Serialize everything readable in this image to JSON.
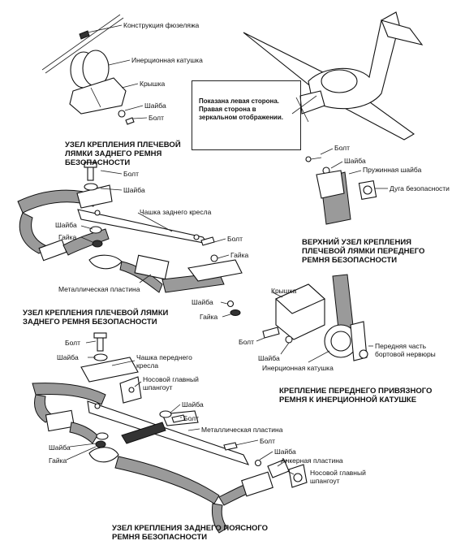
{
  "note": "Показана левая сторона. Правая сторона в зеркальном отображении.",
  "titles": {
    "rear_shoulder_1": "УЗЕЛ КРЕПЛЕНИЯ ПЛЕЧЕВОЙ\nЛЯМКИ ЗАДНЕГО РЕМНЯ\nБЕЗОПАСНОСТИ",
    "front_shoulder_upper": "ВЕРХНИЙ УЗЕЛ КРЕПЛЕНИЯ\nПЛЕЧЕВОЙ ЛЯМКИ ПЕРЕДНЕГО\nРЕМНЯ БЕЗОПАСНОСТИ",
    "rear_shoulder_2": "УЗЕЛ КРЕПЛЕНИЯ ПЛЕЧЕВОЙ ЛЯМКИ\nЗАДНЕГО РЕМНЯ БЕЗОПАСНОСТИ",
    "front_inertia": "КРЕПЛЕНИЕ ПЕРЕДНЕГО ПРИВЯЗНОГО\nРЕМНЯ К ИНЕРЦИОННОЙ КАТУШКЕ",
    "rear_lap": "УЗЕЛ КРЕПЛЕНИЯ ЗАДНЕГО ПОЯСНОГО\nРЕМНЯ БЕЗОПАСНОСТИ"
  },
  "labels": {
    "fuselage_structure": "Конструкция фюзеляжа",
    "inertia_reel_1": "Инерционная катушка",
    "cover_1": "Крышка",
    "washer_1": "Шайба",
    "bolt_1": "Болт",
    "bolt_2": "Болт",
    "washer_2": "Шайба",
    "spring_washer": "Пружинная шайба",
    "safety_arc": "Дуга безопасности",
    "bolt_3": "Болт",
    "washer_3": "Шайба",
    "rear_seat_cup": "Чашка заднего кресла",
    "washer_4": "Шайба",
    "nut_1": "Гайка",
    "bolt_4": "Болт",
    "nut_2": "Гайка",
    "metal_plate_1": "Металлическая пластина",
    "washer_5": "Шайба",
    "nut_3": "Гайка",
    "cover_2": "Крышка",
    "bolt_5": "Болт",
    "washer_6": "Шайба",
    "inertia_reel_2": "Инерционная катушка",
    "front_rib": "Передняя часть\nбортовой нервюры",
    "bolt_6": "Болт",
    "washer_7": "Шайба",
    "front_seat_cup": "Чашка переднего\nкресла",
    "nose_main_frame_1": "Носовой главный\nшпангоут",
    "washer_8": "Шайба",
    "bolt_7": "Болт",
    "metal_plate_2": "Металлическая пластина",
    "bolt_8": "Болт",
    "washer_9": "Шайба",
    "anchor_plate": "Анкерная пластина",
    "nose_main_frame_2": "Носовой главный\nшпангоут",
    "washer_10": "Шайба",
    "nut_4": "Гайка"
  }
}
